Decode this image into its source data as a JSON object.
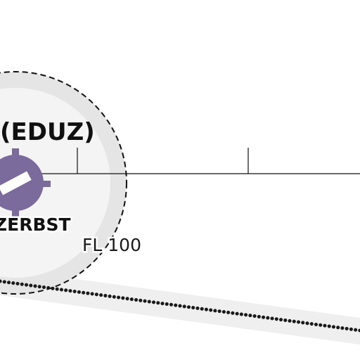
{
  "airfield": {
    "ident": "(EDUZ)",
    "name": "ZERBST",
    "icon": "airfield-symbol-icon",
    "symbol_color": "#7b6a9c"
  },
  "altitude": {
    "label": "FL 100"
  },
  "colors": {
    "zone_fill": "#e6e6e6",
    "zone_inner": "#f4f4f4",
    "corridor": "#efefef",
    "route": "#1a1a1a"
  }
}
